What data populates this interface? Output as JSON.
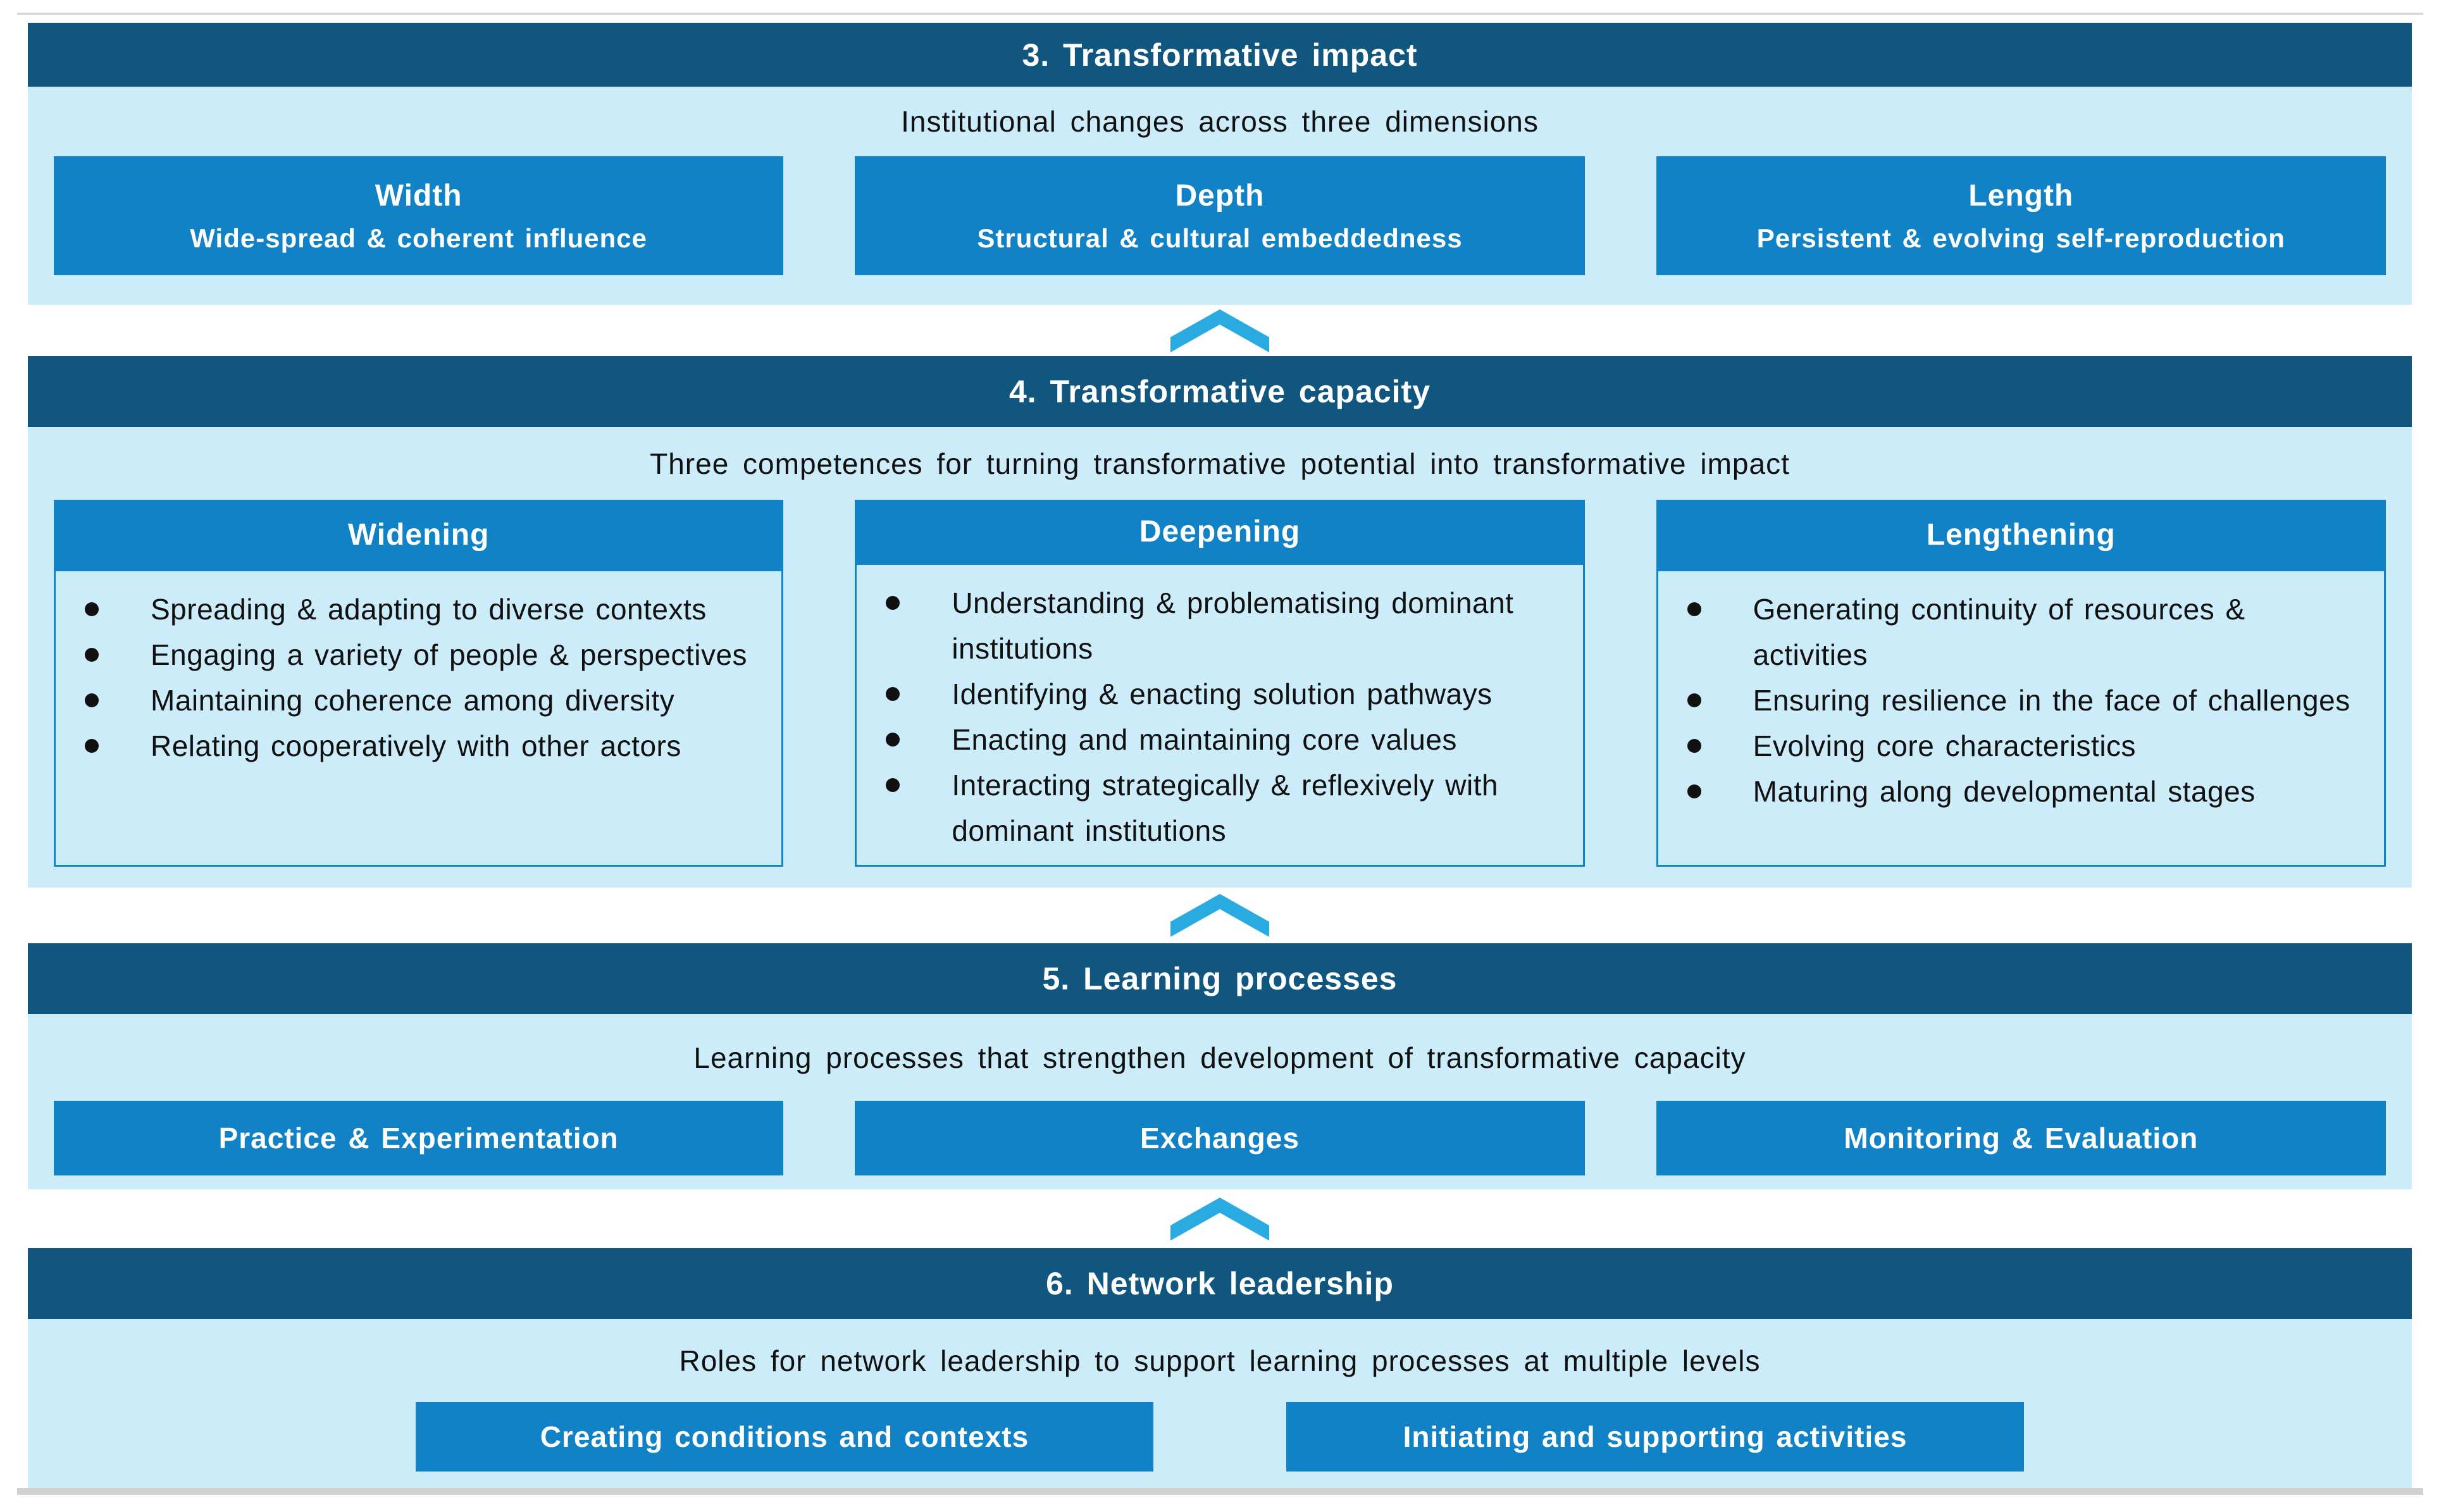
{
  "figure": {
    "colors": {
      "header_blue": "#11567e",
      "box_blue": "#1182c6",
      "panel_blue": "#cdecf9",
      "chevron_blue": "#29abe2"
    },
    "sections": [
      {
        "title": "3. Transformative impact",
        "subtitle": "Institutional changes across three dimensions",
        "boxes": [
          {
            "title": "Width",
            "desc": "Wide-spread & coherent influence"
          },
          {
            "title": "Depth",
            "desc": "Structural & cultural embeddedness"
          },
          {
            "title": "Length",
            "desc": "Persistent & evolving self-reproduction"
          }
        ]
      },
      {
        "title": "4. Transformative capacity",
        "subtitle": "Three competences for turning transformative potential into transformative impact",
        "columns": [
          {
            "title": "Widening",
            "bullets": [
              "Spreading & adapting to diverse contexts",
              "Engaging a variety of people & perspectives",
              "Maintaining coherence among diversity",
              "Relating cooperatively with other actors"
            ]
          },
          {
            "title": "Deepening",
            "bullets": [
              "Understanding & problematising dominant institutions",
              "Identifying & enacting solution pathways",
              "Enacting and maintaining core values",
              "Interacting strategically & reflexively with dominant institutions"
            ]
          },
          {
            "title": "Lengthening",
            "bullets": [
              "Generating continuity of resources & activities",
              "Ensuring resilience in the face of challenges",
              "Evolving core characteristics",
              "Maturing along developmental stages"
            ]
          }
        ]
      },
      {
        "title": "5. Learning processes",
        "subtitle": "Learning processes that strengthen development of transformative capacity",
        "labels": [
          "Practice & Experimentation",
          "Exchanges",
          "Monitoring & Evaluation"
        ]
      },
      {
        "title": "6. Network leadership",
        "subtitle": "Roles for network leadership to support learning processes at multiple levels",
        "labels": [
          "Creating conditions and contexts",
          "Initiating and supporting activities"
        ]
      }
    ]
  }
}
